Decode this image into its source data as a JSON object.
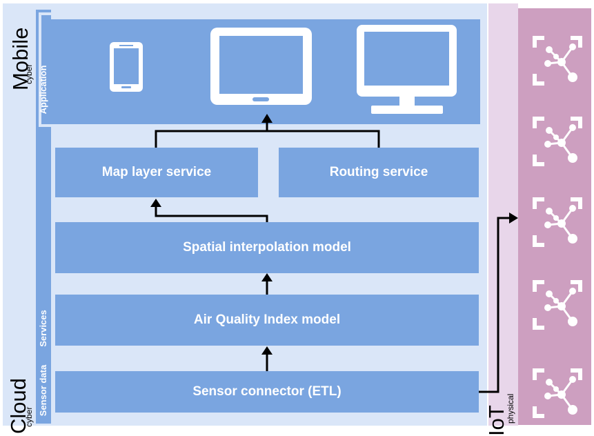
{
  "side_labels": {
    "mobile": "Mobile",
    "mobile_sub": "cyber",
    "cloud": "Cloud",
    "cloud_sub": "cyber",
    "iot": "IoT",
    "iot_sub": "physical"
  },
  "layers": {
    "application": "Application",
    "services": "Services",
    "sensor_data": "Sensor data"
  },
  "boxes": {
    "map_layer": "Map layer service",
    "routing": "Routing service",
    "spatial": "Spatial interpolation model",
    "aqi": "Air Quality Index model",
    "sensor_connector": "Sensor connector (ETL)"
  },
  "devices": [
    "phone-icon",
    "tablet-icon",
    "monitor-icon"
  ],
  "iot_nodes": [
    "sensor-network-icon",
    "sensor-network-icon",
    "sensor-network-icon",
    "sensor-network-icon",
    "sensor-network-icon"
  ],
  "colors": {
    "light_panel": "#dae6f8",
    "mid_panel": "#7aa5e0",
    "iot_light": "#e8d6ea",
    "iot_dark": "#cd9fc0",
    "arrow": "#000000",
    "text": "#ffffff"
  }
}
